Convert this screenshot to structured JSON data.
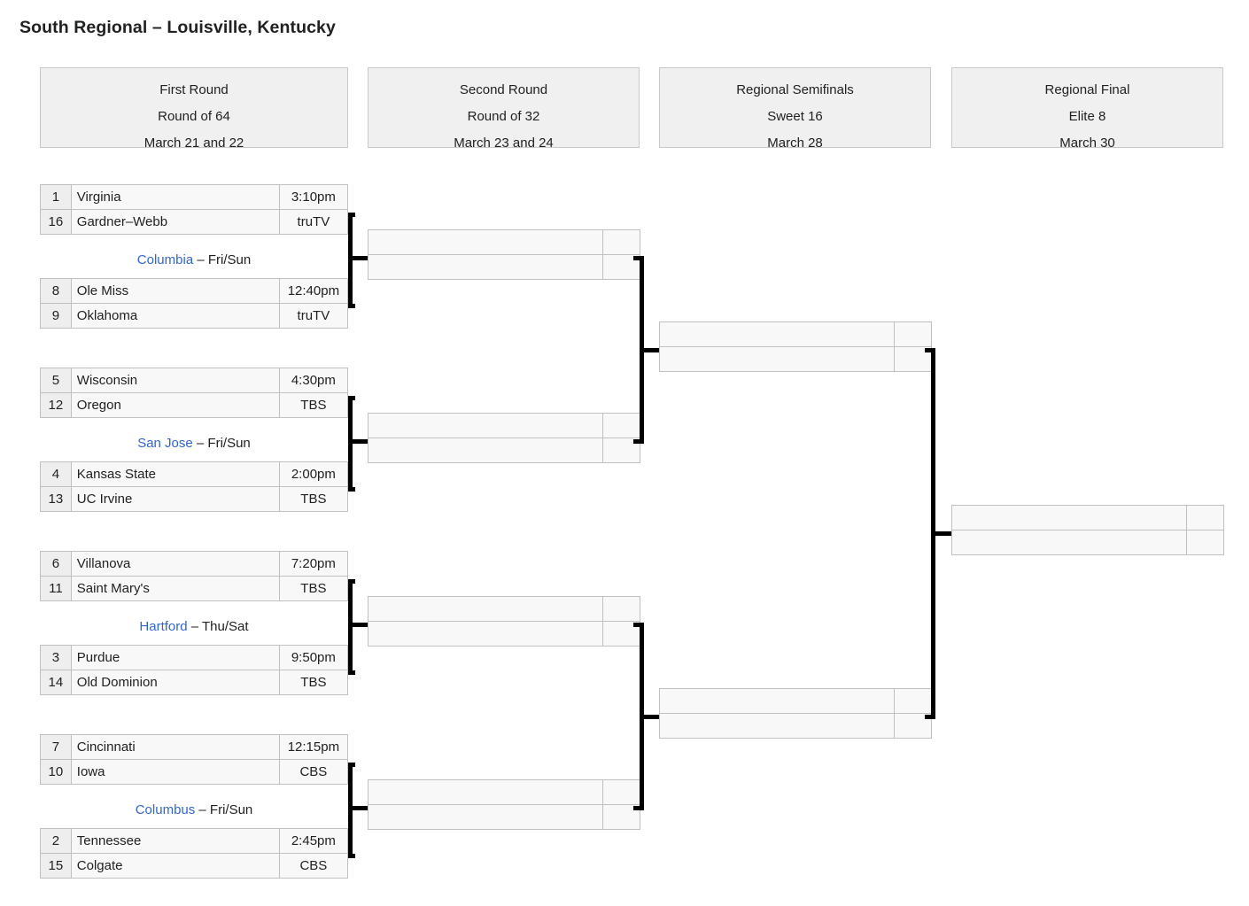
{
  "title": "South Regional – Louisville, Kentucky",
  "colors": {
    "link": "#3366cc",
    "header_bg": "#f0f0f0",
    "cell_bg": "#f8f8f8",
    "seed_bg": "#eeeeee",
    "border": "#c0c0c0",
    "connector": "#000000"
  },
  "round_headers": [
    {
      "name": "First Round",
      "alt": "Round of 64",
      "dates": "March 21 and 22"
    },
    {
      "name": "Second Round",
      "alt": "Round of 32",
      "dates": "March 23 and 24"
    },
    {
      "name": "Regional Semifinals",
      "alt": "Sweet 16",
      "dates": "March 28"
    },
    {
      "name": "Regional Final",
      "alt": "Elite 8",
      "dates": "March 30"
    }
  ],
  "first_round": [
    {
      "games": [
        {
          "seed": "1",
          "team": "Virginia",
          "info": "3:10pm"
        },
        {
          "seed": "16",
          "team": "Gardner–Webb",
          "info": "truTV"
        }
      ],
      "venue": {
        "site": "Columbia",
        "days": "– Fri/Sun"
      },
      "games2": [
        {
          "seed": "8",
          "team": "Ole Miss",
          "info": "12:40pm"
        },
        {
          "seed": "9",
          "team": "Oklahoma",
          "info": "truTV"
        }
      ]
    },
    {
      "games": [
        {
          "seed": "5",
          "team": "Wisconsin",
          "info": "4:30pm"
        },
        {
          "seed": "12",
          "team": "Oregon",
          "info": "TBS"
        }
      ],
      "venue": {
        "site": "San Jose",
        "days": "– Fri/Sun"
      },
      "games2": [
        {
          "seed": "4",
          "team": "Kansas State",
          "info": "2:00pm"
        },
        {
          "seed": "13",
          "team": "UC Irvine",
          "info": "TBS"
        }
      ]
    },
    {
      "games": [
        {
          "seed": "6",
          "team": "Villanova",
          "info": "7:20pm"
        },
        {
          "seed": "11",
          "team": "Saint Mary's",
          "info": "TBS"
        }
      ],
      "venue": {
        "site": "Hartford",
        "days": "– Thu/Sat"
      },
      "games2": [
        {
          "seed": "3",
          "team": "Purdue",
          "info": "9:50pm"
        },
        {
          "seed": "14",
          "team": "Old Dominion",
          "info": "TBS"
        }
      ]
    },
    {
      "games": [
        {
          "seed": "7",
          "team": "Cincinnati",
          "info": "12:15pm"
        },
        {
          "seed": "10",
          "team": "Iowa",
          "info": "CBS"
        }
      ],
      "venue": {
        "site": "Columbus",
        "days": "– Fri/Sun"
      },
      "games2": [
        {
          "seed": "2",
          "team": "Tennessee",
          "info": "2:45pm"
        },
        {
          "seed": "15",
          "team": "Colgate",
          "info": "CBS"
        }
      ]
    }
  ],
  "second_round": [
    {
      "slots": [
        {
          "team": "",
          "score": ""
        },
        {
          "team": "",
          "score": ""
        }
      ]
    },
    {
      "slots": [
        {
          "team": "",
          "score": ""
        },
        {
          "team": "",
          "score": ""
        }
      ]
    },
    {
      "slots": [
        {
          "team": "",
          "score": ""
        },
        {
          "team": "",
          "score": ""
        }
      ]
    },
    {
      "slots": [
        {
          "team": "",
          "score": ""
        },
        {
          "team": "",
          "score": ""
        }
      ]
    }
  ],
  "regional_semifinals": [
    {
      "slots": [
        {
          "team": "",
          "score": ""
        },
        {
          "team": "",
          "score": ""
        }
      ]
    },
    {
      "slots": [
        {
          "team": "",
          "score": ""
        },
        {
          "team": "",
          "score": ""
        }
      ]
    }
  ],
  "regional_final": [
    {
      "slots": [
        {
          "team": "",
          "score": ""
        },
        {
          "team": "",
          "score": ""
        }
      ]
    }
  ]
}
